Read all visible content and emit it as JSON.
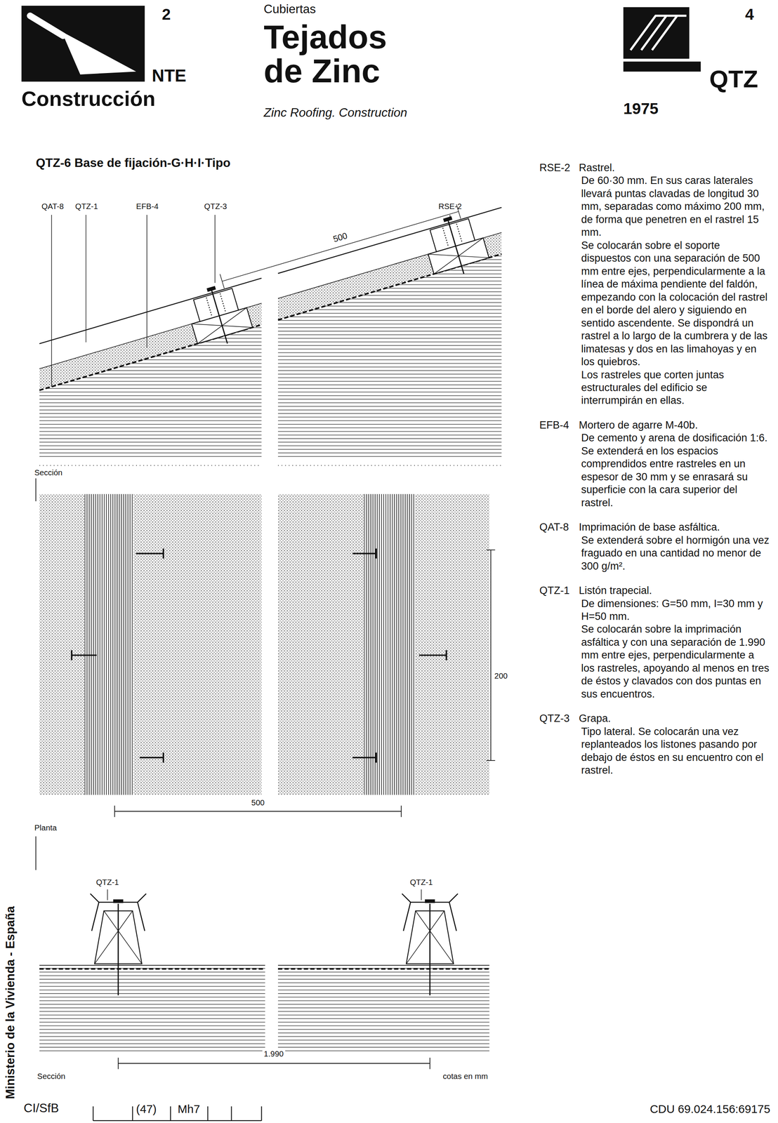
{
  "diagram": {
    "title": "Tejados de Zinc",
    "labels": [
      "2",
      "NTE",
      "Construcción",
      "Cubiertas",
      "Zinc Roofing. Construction",
      "4",
      "QTZ",
      "1975",
      "QTZ-6 Base de fijación-G·H·I·Tipo",
      "QAT-8",
      "QTZ-1",
      "EFB-4",
      "QTZ-3",
      "RSE-2",
      "500",
      "Sección",
      "200",
      "500",
      "Planta",
      "QTZ-1",
      "QTZ-1",
      "1.990",
      "Sección",
      "cotas en mm",
      "RSE-2",
      "Rastrel.",
      "De 60·30 mm. En sus caras laterales llevará puntas clavadas de longitud 30 mm, separadas como máximo 200 mm, de forma que penetren en el rastrel 15 mm.",
      "Se colocarán sobre el soporte dispuestos con una separación de 500 mm entre ejes, perpendicularmente a la línea de máxima pendiente del faldón, empezando con la colocación del rastrel en el borde del alero y siguiendo en sentido ascendente. Se dispondrá un rastrel a lo largo de la cumbrera y de las limatesas y dos en las limahoyas y en los quiebros.",
      "Los rastreles que corten juntas estructurales del edificio se interrumpirán en ellas.",
      "EFB-4",
      "Mortero de agarre M-40b.",
      "De cemento y arena de dosificación 1:6.",
      "Se extenderá en los espacios comprendidos entre rastreles en un espesor de 30 mm y se enrasará su superficie con la cara superior del rastrel.",
      "QAT-8",
      "Imprimación de base asfáltica.",
      "Se extenderá sobre el hormigón una vez fraguado en una cantidad no menor de 300 g/m².",
      "QTZ-1",
      "Listón trapecial.",
      "De dimensiones: G=50 mm, I=30 mm y H=50 mm.",
      "Se colocarán sobre la imprimación asfáltica y con una separación de 1.990 mm entre ejes, perpendicularmente a los rastreles, apoyando al menos en tres de éstos y clavados con dos puntas en sus encuentros.",
      "QTZ-3",
      "Grapa.",
      "Tipo lateral. Se colocarán una vez replanteados los listones pasando por debajo de éstos en su encuentro con el rastrel.",
      "Ministerio de la Vivienda - España",
      "CI/SfB",
      "(47)",
      "Mh7",
      "CDU 69.024.156:69175"
    ]
  }
}
